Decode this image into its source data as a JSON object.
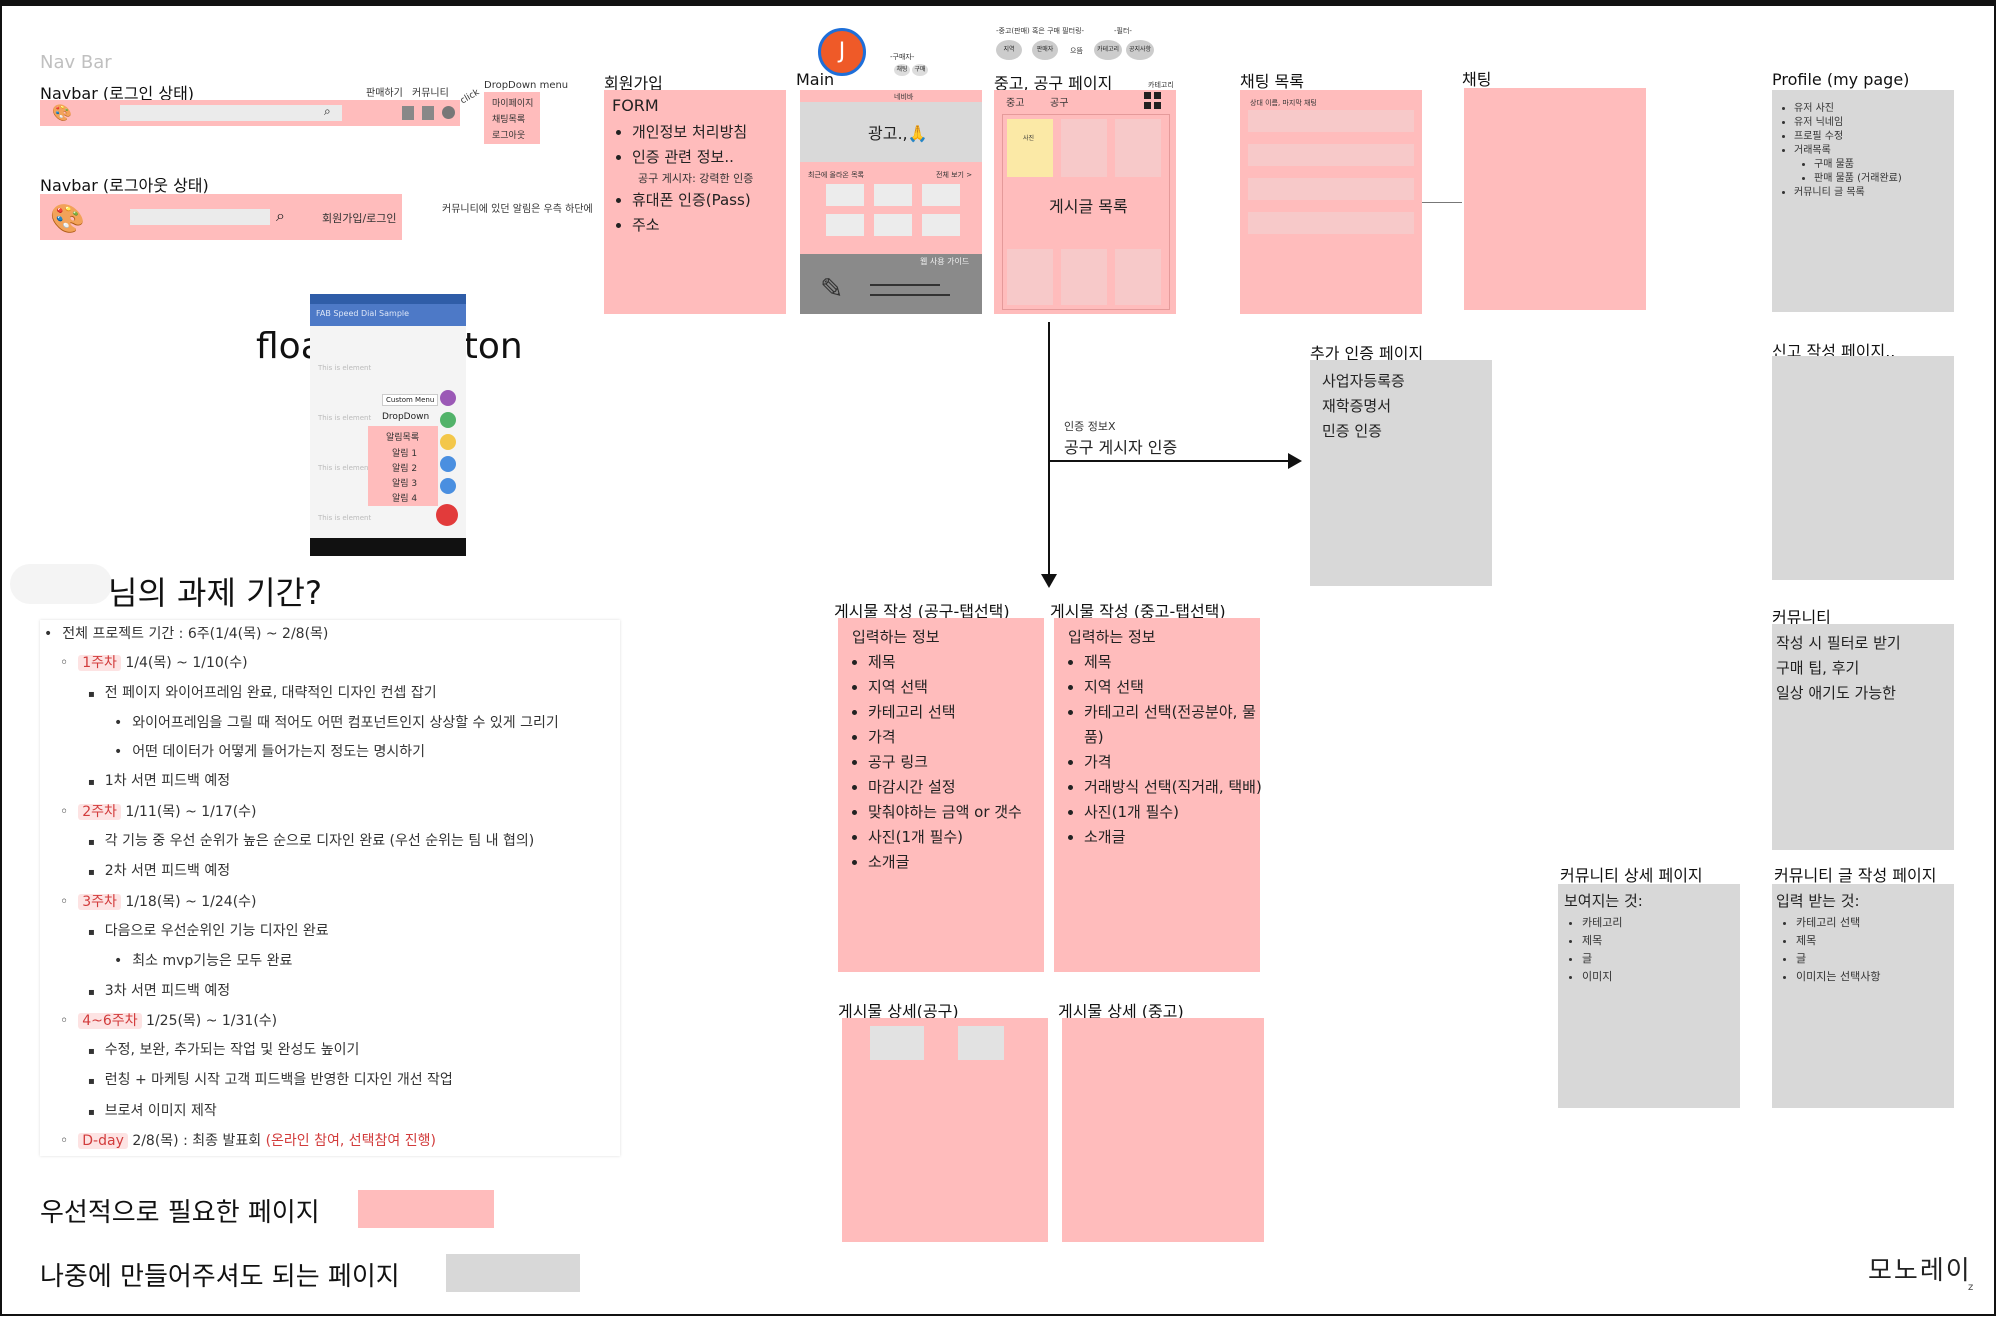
{
  "navbar": {
    "section_title": "Nav Bar",
    "logged_in_title": "Navbar (로그인 상태)",
    "logged_out_title": "Navbar (로그아웃 상태)",
    "label_sell": "판매하기",
    "label_community": "커뮤니티",
    "dropdown_title": "DropDown menu",
    "dropdown_items": [
      "마이페이지",
      "채팅목록",
      "로그아웃"
    ],
    "click_note": "click",
    "signup_login": "회원가입/로그인",
    "notify_note": "커뮤니티에 있던 알림은 우측 하단에"
  },
  "floating": {
    "title": "floating button",
    "app_title": "FAB Speed Dial Sample",
    "list_item": "This is element",
    "custom_menu": "Custom Menu",
    "dropdown": "DropDown",
    "alarm_list": [
      "알림목록",
      "알림 1",
      "알림 2",
      "알림 3",
      "알림 4"
    ]
  },
  "signup": {
    "title": "회원가입",
    "form": "FORM",
    "items": [
      "개인정보 처리방침",
      "인증 관련 정보..",
      "휴대폰 인증(Pass)",
      "주소"
    ],
    "sub_note": "공구 게시자: 강력한 인증"
  },
  "main": {
    "title": "Main",
    "avatar_letter": "J",
    "ad_text": "광고.,🙏",
    "menu": "네비바",
    "section_left": "최근에 올라온 목록",
    "section_right": "전체 보기 >",
    "guide": "웹 사용 가이드",
    "top_small": [
      "-구매자-",
      "채팅",
      "구매"
    ]
  },
  "market": {
    "title": "중고, 공구 페이지",
    "tabs": [
      "중고",
      "공구"
    ],
    "list_label": "게시글 목록",
    "category": "카테고리",
    "filter_note": "-중고(판매) 혹은 구매 필터링-",
    "filter_note2": "-필터-",
    "chips": [
      "지역",
      "판매자",
      "으뜸",
      "카테고리",
      "공지사항"
    ],
    "item_label": "사진"
  },
  "chat_list": {
    "title": "채팅 목록",
    "row_label": "상대 이름, 마지막 채팅"
  },
  "chat": {
    "title": "채팅"
  },
  "profile": {
    "title": "Profile (my page)",
    "items": [
      "유저 사진",
      "유저 닉네임",
      "프로필 수정",
      "거래목록"
    ],
    "sub_items": [
      "구매 물품",
      "판매 물품 (거래완료)"
    ],
    "items2": [
      "커뮤니티 글 목록"
    ]
  },
  "extra_auth": {
    "title": "추가 인증 페이지",
    "items": [
      "사업자등록증",
      "재학증명서",
      "민증 인증"
    ],
    "arrow_small": "인증 정보X",
    "arrow_label": "공구 게시자 인증"
  },
  "report": {
    "title": "신고 작성 페이지.."
  },
  "community": {
    "title": "커뮤니티",
    "lines": [
      "작성 시 필터로 받기",
      "구매 팁, 후기",
      "일상 애기도 가능한"
    ]
  },
  "post_write_group": {
    "title": "게시물 작성 (공구-탭선택)",
    "heading": "입력하는 정보",
    "items": [
      "제목",
      "지역 선택",
      "카테고리 선택",
      "가격",
      "공구 링크",
      "마감시간 설정",
      "맞춰야하는 금액 or 갯수",
      "사진(1개 필수)",
      "소개글"
    ]
  },
  "post_write_used": {
    "title": "게시물 작성 (중고-탭선택)",
    "heading": "입력하는 정보",
    "items": [
      "제목",
      "지역 선택",
      "카테고리 선택(전공분야, 물품)",
      "가격",
      "거래방식 선택(직거래, 택배)",
      "사진(1개 필수)",
      "소개글"
    ]
  },
  "post_detail_group": {
    "title": "게시물 상세(공구)"
  },
  "post_detail_used": {
    "title": "게시물 상세 (중고)"
  },
  "community_detail": {
    "title": "커뮤니티 상세 페이지",
    "heading": "보여지는 것:",
    "items": [
      "카테고리",
      "제목",
      "글",
      "이미지"
    ]
  },
  "community_write": {
    "title": "커뮤니티 글 작성 페이지",
    "heading": "입력 받는 것:",
    "items": [
      "카테고리 선택",
      "제목",
      "글",
      "이미지는 선택사항"
    ]
  },
  "schedule": {
    "title": "님의 과제 기간?",
    "total": "전체 프로젝트 기간 : 6주(1/4(목) ~ 2/8(목)",
    "w1_tag": "1주차",
    "w1_date": "1/4(목) ~ 1/10(수)",
    "w1_a": "전 페이지 와이어프레임 완료, 대략적인 디자인 컨셉 잡기",
    "w1_a1": "와이어프레임을 그릴 때 적어도 어떤 컴포넌트인지 상상할 수 있게 그리기",
    "w1_a2": "어떤 데이터가 어떻게 들어가는지 정도는 명시하기",
    "w1_b": "1차 서면 피드백 예정",
    "w2_tag": "2주차",
    "w2_date": "1/11(목) ~ 1/17(수)",
    "w2_a": "각 기능 중 우선 순위가 높은 순으로 디자인 완료 (우선 순위는 팀 내 협의)",
    "w2_b": "2차 서면 피드백 예정",
    "w3_tag": "3주차",
    "w3_date": "1/18(목) ~ 1/24(수)",
    "w3_a": "다음으로 우선순위인 기능 디자인 완료",
    "w3_a1": "최소 mvp기능은 모두 완료",
    "w3_b": "3차 서면 피드백 예정",
    "w4_tag": "4~6주차",
    "w4_date": "1/25(목) ~ 1/31(수)",
    "w4_a": "수정, 보완, 추가되는 작업 및 완성도 높이기",
    "w4_b": "런칭 + 마케팅 시작 고객 피드백을 반영한 디자인 개선 작업",
    "w4_c": "브로셔 이미지 제작",
    "d_tag": "D-day",
    "d_date": "2/8(목) : 최종 발표회",
    "d_note": "(온라인 참여, 선택참여 진행)"
  },
  "legend": {
    "priority": "우선적으로 필요한 페이지",
    "later": "나중에 만들어주셔도 되는 페이지",
    "priority_color": "#ffbcbc",
    "later_color": "#d8d8d8"
  },
  "brand": {
    "logo": "모노레이",
    "suffix": "z"
  }
}
